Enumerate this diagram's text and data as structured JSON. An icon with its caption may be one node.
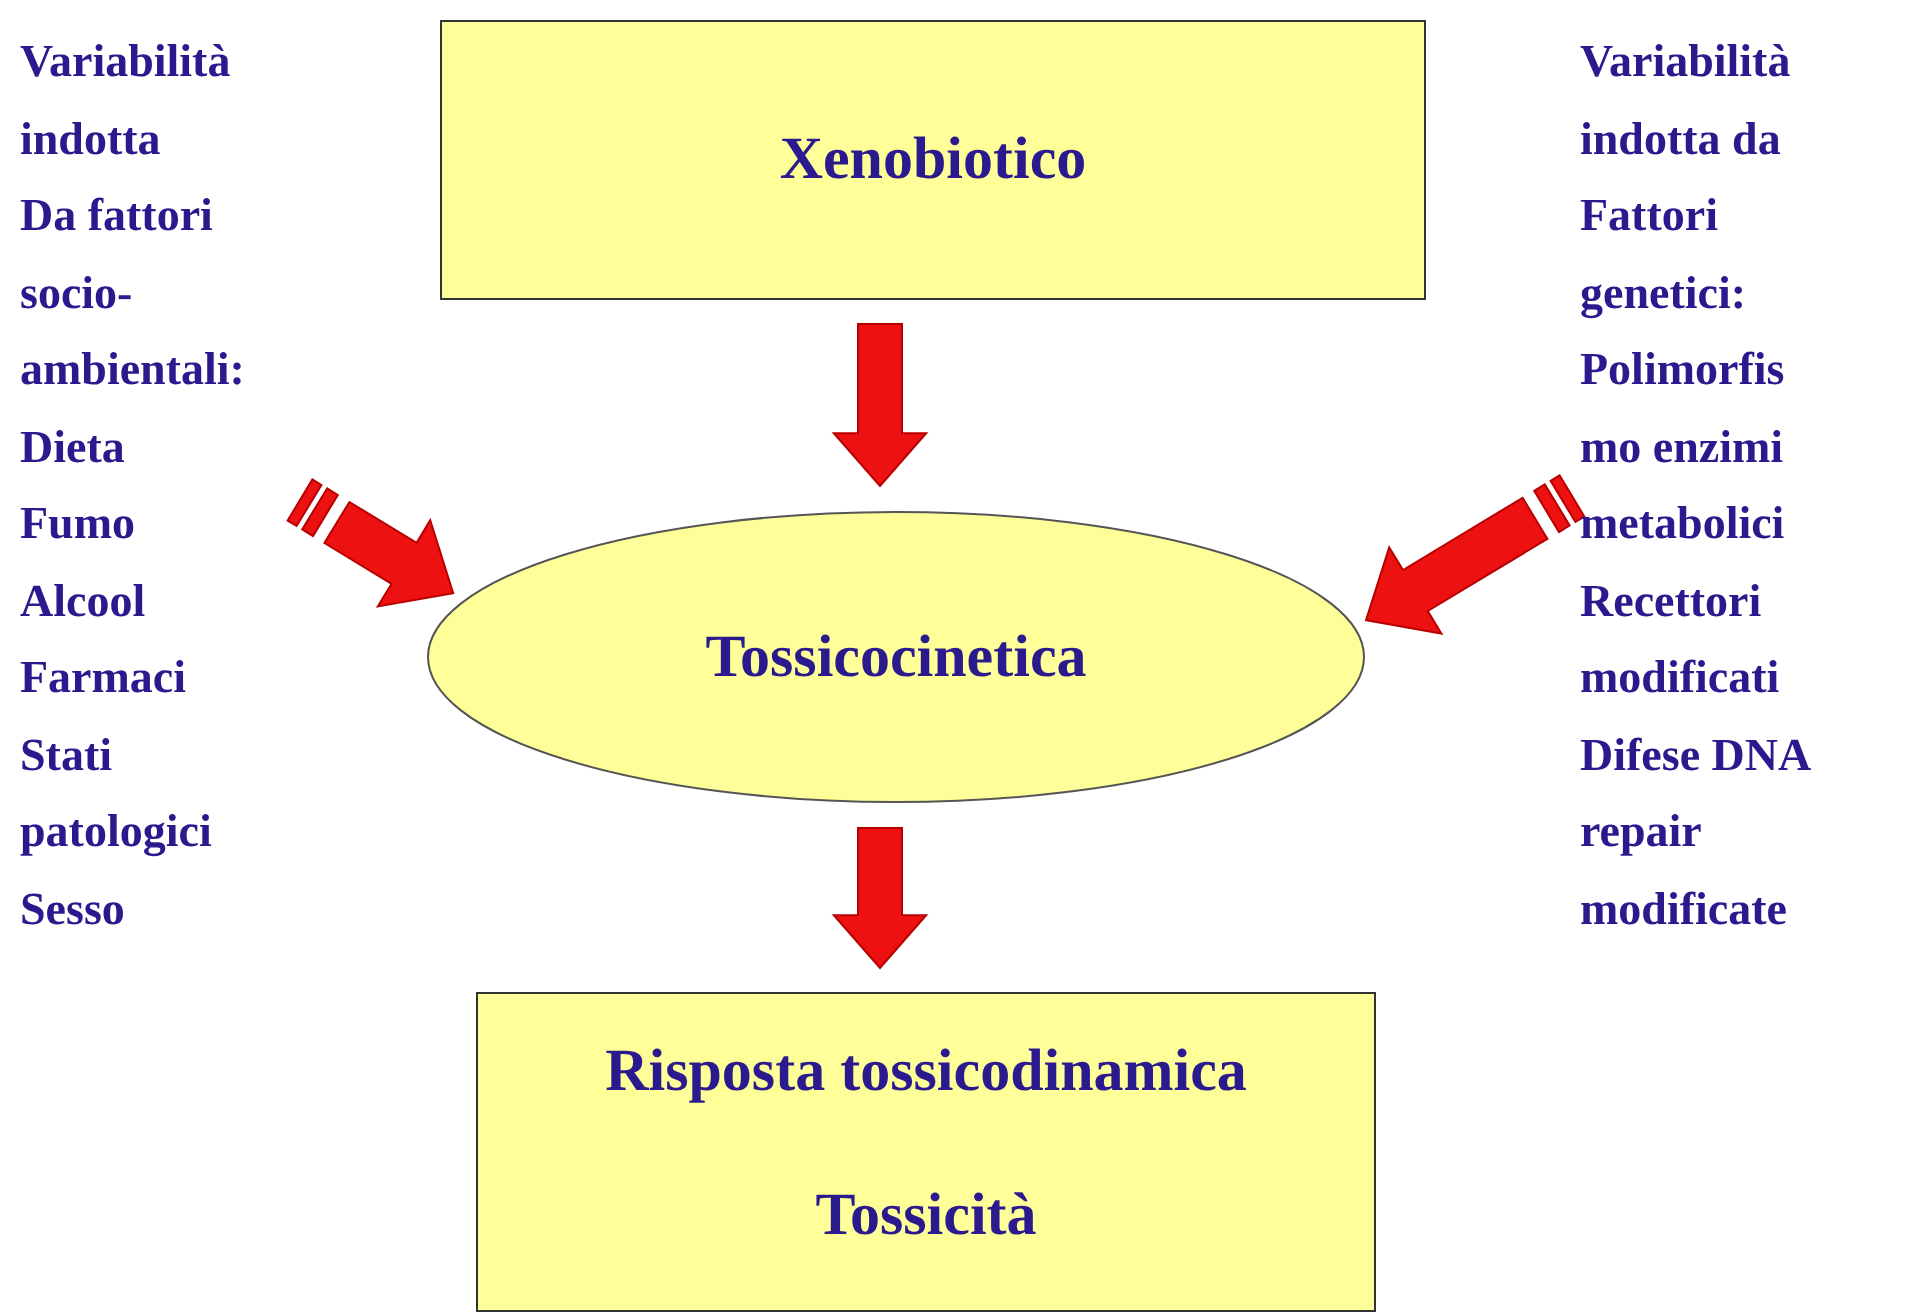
{
  "diagram": {
    "nodes": [
      {
        "text": [
          "Variabilità indotta",
          "Da fattori socio- ambientali:",
          "Dieta",
          "Fumo",
          "Alcool",
          "Farmaci",
          "Stati patologici",
          "Sesso"
        ]
      },
      {
        "text": [
          "Xenobiotico"
        ]
      },
      {
        "text": [
          "Tossicocinetica"
        ]
      },
      {
        "text": [
          "Risposta tossicodinamica",
          "Tossicità"
        ]
      },
      {
        "text": [
          "Variabilità indotta da Fattori genetici:",
          "Polimorfis mo enzimi metabolici",
          "Recettori modificati",
          "Difese DNA repair modificate"
        ]
      }
    ],
    "edges": [
      {
        "from": 1,
        "to": 2,
        "arrow": "to"
      },
      {
        "from": 0,
        "to": 2,
        "arrow": "to"
      },
      {
        "from": 4,
        "to": 2,
        "arrow": "to"
      },
      {
        "from": 2,
        "to": 3,
        "arrow": "to"
      }
    ]
  }
}
